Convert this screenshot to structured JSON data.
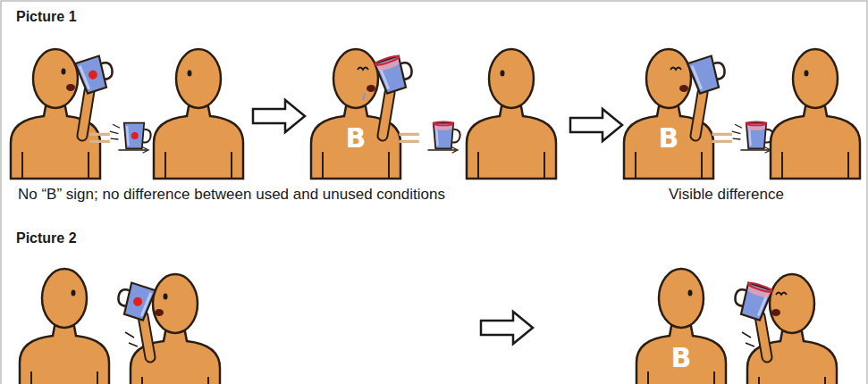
{
  "diagram": {
    "labels": [
      "Picture 1",
      "B",
      "B",
      "No “B” sign; no difference between used and unused conditions",
      "Visible difference",
      "Picture 2",
      "B"
    ]
  }
}
